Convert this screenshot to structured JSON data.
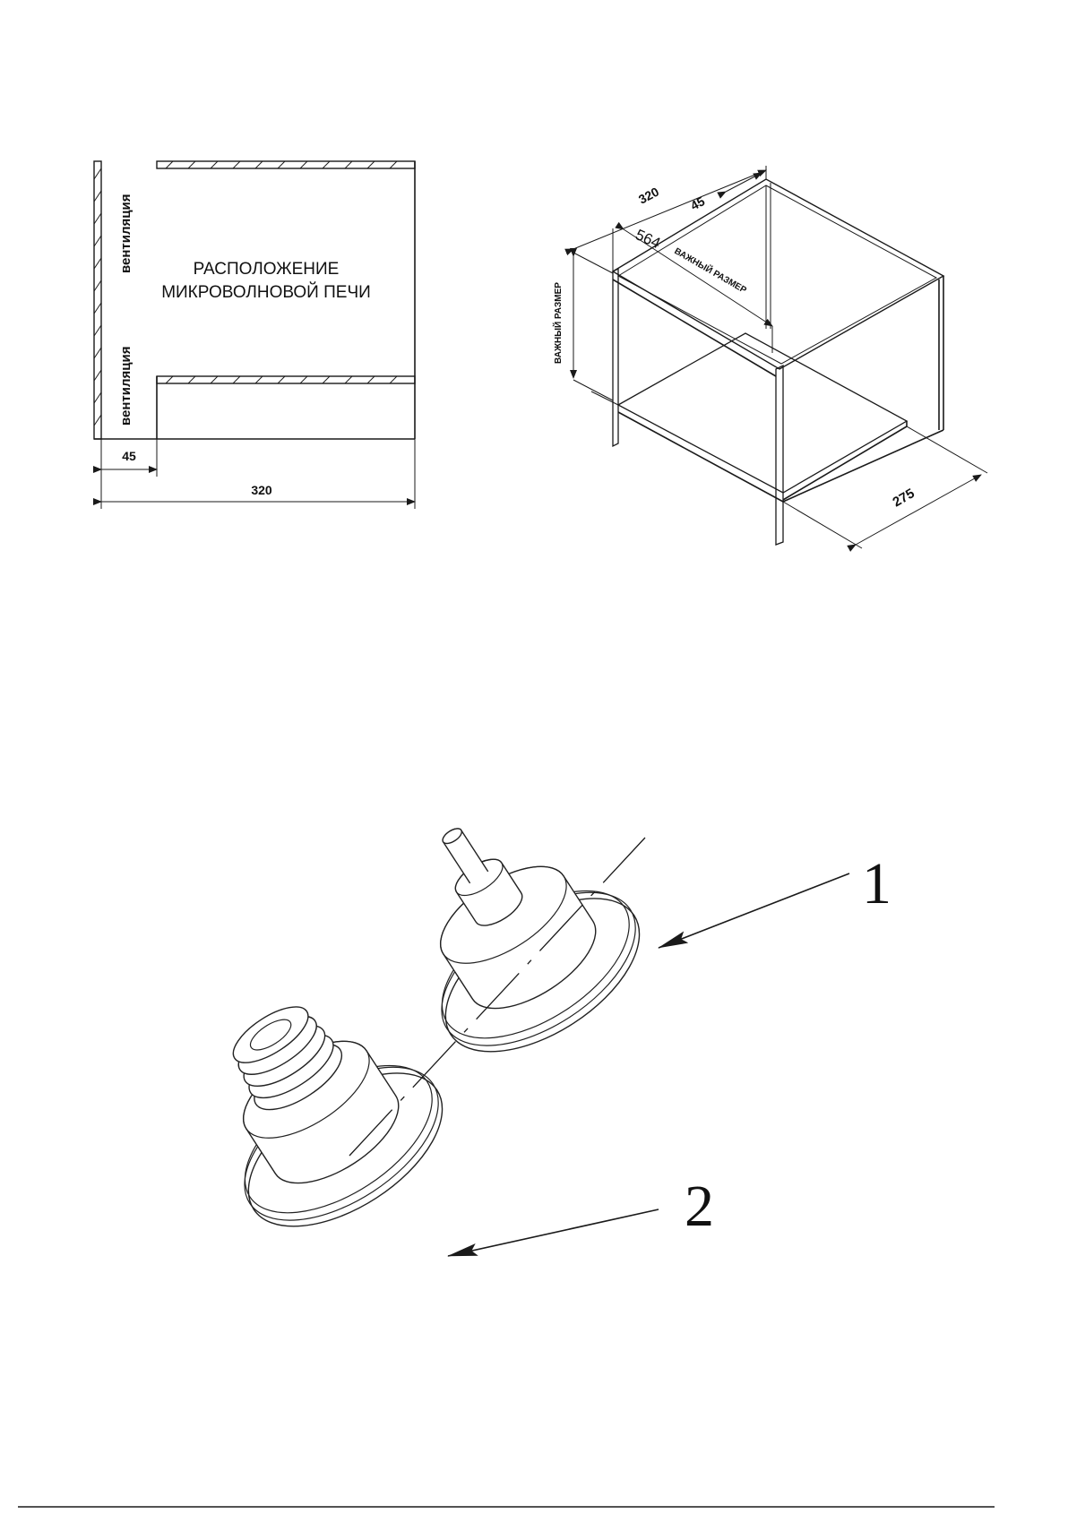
{
  "plan": {
    "vent_top": "вентиляция",
    "vent_bottom": "вентиляция",
    "label_line1": "РАСПОЛОЖЕНИЕ",
    "label_line2": "МИКРОВОЛНОВОЙ ПЕЧИ",
    "dim_45": "45",
    "dim_320": "320"
  },
  "iso": {
    "dim_320": "320",
    "dim_45": "45",
    "dim_564": "564",
    "dim_275": "275",
    "important_top": "ВАЖНЫЙ РАЗМЕР",
    "important_side": "ВАЖНЫЙ РАЗМЕР"
  },
  "parts": {
    "callout_1": "1",
    "callout_2": "2"
  }
}
